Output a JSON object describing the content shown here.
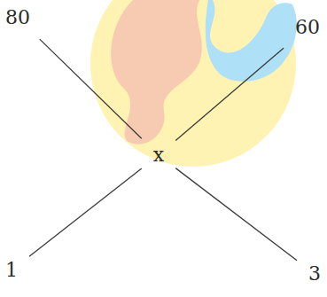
{
  "diagram": {
    "nodes": [
      {
        "text": [
          "80"
        ]
      },
      {
        "text": [
          "60"
        ]
      },
      {
        "text": [
          "x"
        ]
      },
      {
        "text": [
          "1"
        ]
      },
      {
        "text": [
          "3"
        ]
      }
    ],
    "edges": [
      {
        "from": 0,
        "to": 2,
        "arrow": "none"
      },
      {
        "from": 1,
        "to": 2,
        "arrow": "none"
      },
      {
        "from": 2,
        "to": 3,
        "arrow": "none"
      },
      {
        "from": 2,
        "to": 4,
        "arrow": "none"
      }
    ]
  }
}
